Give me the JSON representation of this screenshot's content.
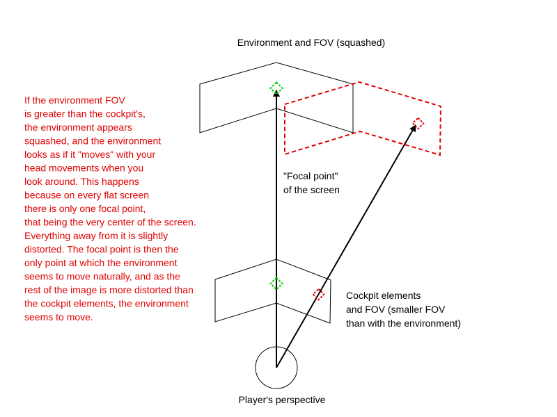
{
  "labels": {
    "environment": "Environment and FOV (squashed)",
    "focal": [
      "\"Focal point\"",
      "of the screen"
    ],
    "cockpit": [
      "Cockpit elements",
      "and FOV (smaller FOV",
      "than with the environment)"
    ],
    "player": "Player's perspective"
  },
  "explanation": [
    "If the environment FOV",
    "is greater than the cockpit's,",
    "the environment appears",
    "squashed, and the environment",
    "looks as if it \"moves\" with your",
    "head movements when you",
    "look around. This happens",
    "because on every flat screen",
    "there is only one focal point,",
    "that being the very center of the screen.",
    "Everything away from it is slightly",
    "distorted. The focal point is then the",
    "only point at which the environment",
    "seems to move naturally, and as the",
    "rest of the image is more distorted than",
    "the cockpit elements, the environment",
    "seems to move."
  ],
  "colors": {
    "text_red": "#e00000",
    "dashed_red": "#e00000",
    "focus_green": "#00cc00",
    "line": "#000000"
  }
}
